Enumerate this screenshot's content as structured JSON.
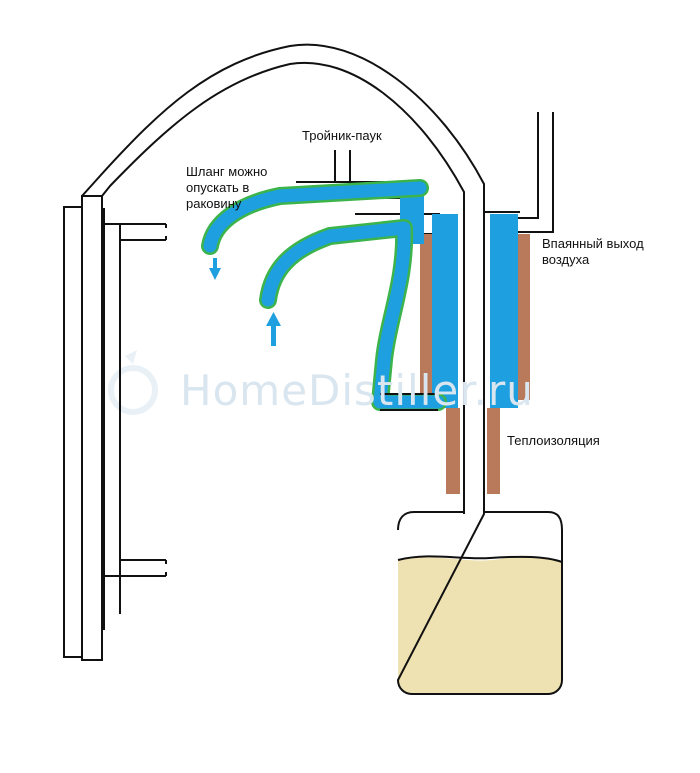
{
  "labels": {
    "tee": "Тройник-паук",
    "hose_line1": "Шланг можно",
    "hose_line2": "опускать в",
    "hose_line3": "раковину",
    "air_line1": "Впаянный выход",
    "air_line2": "воздуха",
    "insulation": "Теплоизоляция"
  },
  "watermark": "HomeDistiller.ru",
  "colors": {
    "pipe": "#111111",
    "water": "#1e9fe0",
    "hose_outline": "#3cb44b",
    "insulation": "#b87a5a",
    "liquid": "#efe2b2",
    "watermark": "#d9e6ef"
  }
}
